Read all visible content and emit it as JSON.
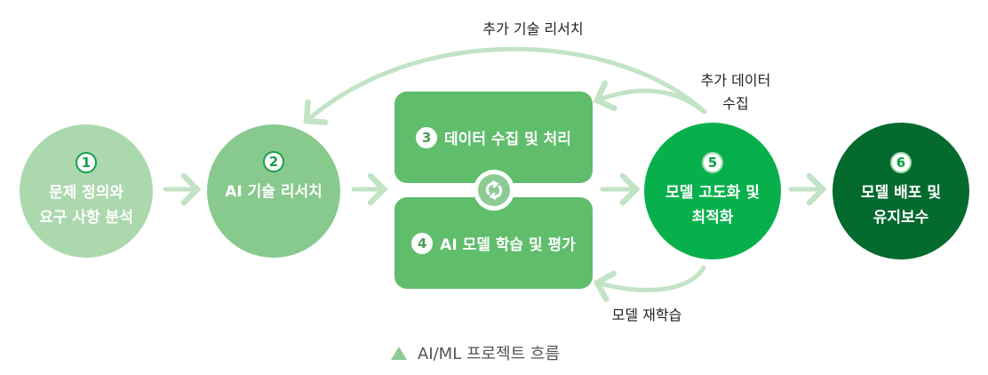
{
  "colors": {
    "step1": "#acd8ae",
    "step2": "#88c98e",
    "step34": "#5fbd6c",
    "step5": "#08b04c",
    "step6": "#046a2e",
    "arrow": "#c2e3c5"
  },
  "steps": [
    {
      "num": "1",
      "text": "문제 정의와\n요구 사항 분석"
    },
    {
      "num": "2",
      "text": "AI 기술 리서치"
    },
    {
      "num": "3",
      "text": "데이터 수집 및 처리"
    },
    {
      "num": "4",
      "text": "AI 모델 학습 및 평가"
    },
    {
      "num": "5",
      "text": "모델 고도화 및\n최적화"
    },
    {
      "num": "6",
      "text": "모델 배포 및\n유지보수"
    }
  ],
  "loop_labels": {
    "research": "추가 기술 리서치",
    "data": "추가 데이터\n수집",
    "retrain": "모델 재학습"
  },
  "cycle_icon": "refresh-icon",
  "caption": "AI/ML 프로젝트 흐름"
}
